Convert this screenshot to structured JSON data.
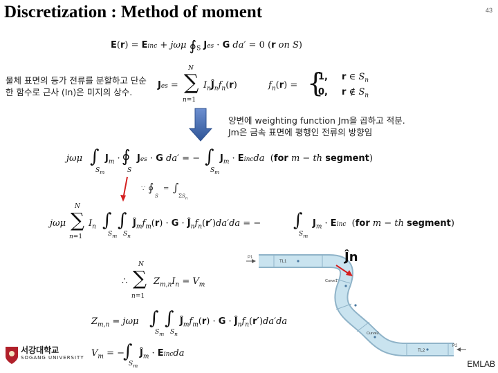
{
  "slide": {
    "title": "Discretization : Method of moment",
    "page_number": "43",
    "footer_lab": "EMLAB",
    "university_kr": "서강대학교",
    "university_en": "SOGANG UNIVERSITY"
  },
  "notes": {
    "left_note": "물체 표면의 등가 전류를 분할하고 단순한 함수로 근사 (In)은 미지의 상수.",
    "right_note_line1": "양변에 weighting function Jm을 곱하고 적분.",
    "right_note_line2": "Jm은 금속 표면에 평행인 전류의 방향임"
  },
  "equations": {
    "eq1": "E(r) = E_inc + jωμ ∮S Jes · G da′ = 0   (r on S)",
    "eq2": "Jes = Σ(n=1..N) In Ĵn fn(r)",
    "eq3": "fn(r) = { 1, r ∈ Sn ;  0, r ∉ Sn }",
    "eq4": "jωμ ∫Sm Jm · ∮S Jes · G da′ = − ∫Sm Jm · Einc da   (for m − th segment)",
    "eq5": "∵ ∮S = ∫ΣSn",
    "eq6": "jωμ Σ(n=1..N) In ∫Sm ∫Sn Ĵm fm(r) · G · Ĵn fn(r′) da′ da = − ∫Sm Jm · Einc   (for m − th segment)",
    "eq7": "∴ Σ(n=1..N) Zm,n In = Vm",
    "eq8": "Zm,n = jωμ ∫Sm ∫Sn Ĵm fm(r) · G · Ĵn fn(r′) da′ da",
    "eq9": "Vm = − ∫Sm Ĵm · Einc da"
  },
  "diagram": {
    "port1": "P1",
    "port2": "P2",
    "tl1": "TL1",
    "tl2": "TL2",
    "curve1": "Curve1",
    "curve2": "Curve2",
    "unit_vector": "Ĵn"
  }
}
